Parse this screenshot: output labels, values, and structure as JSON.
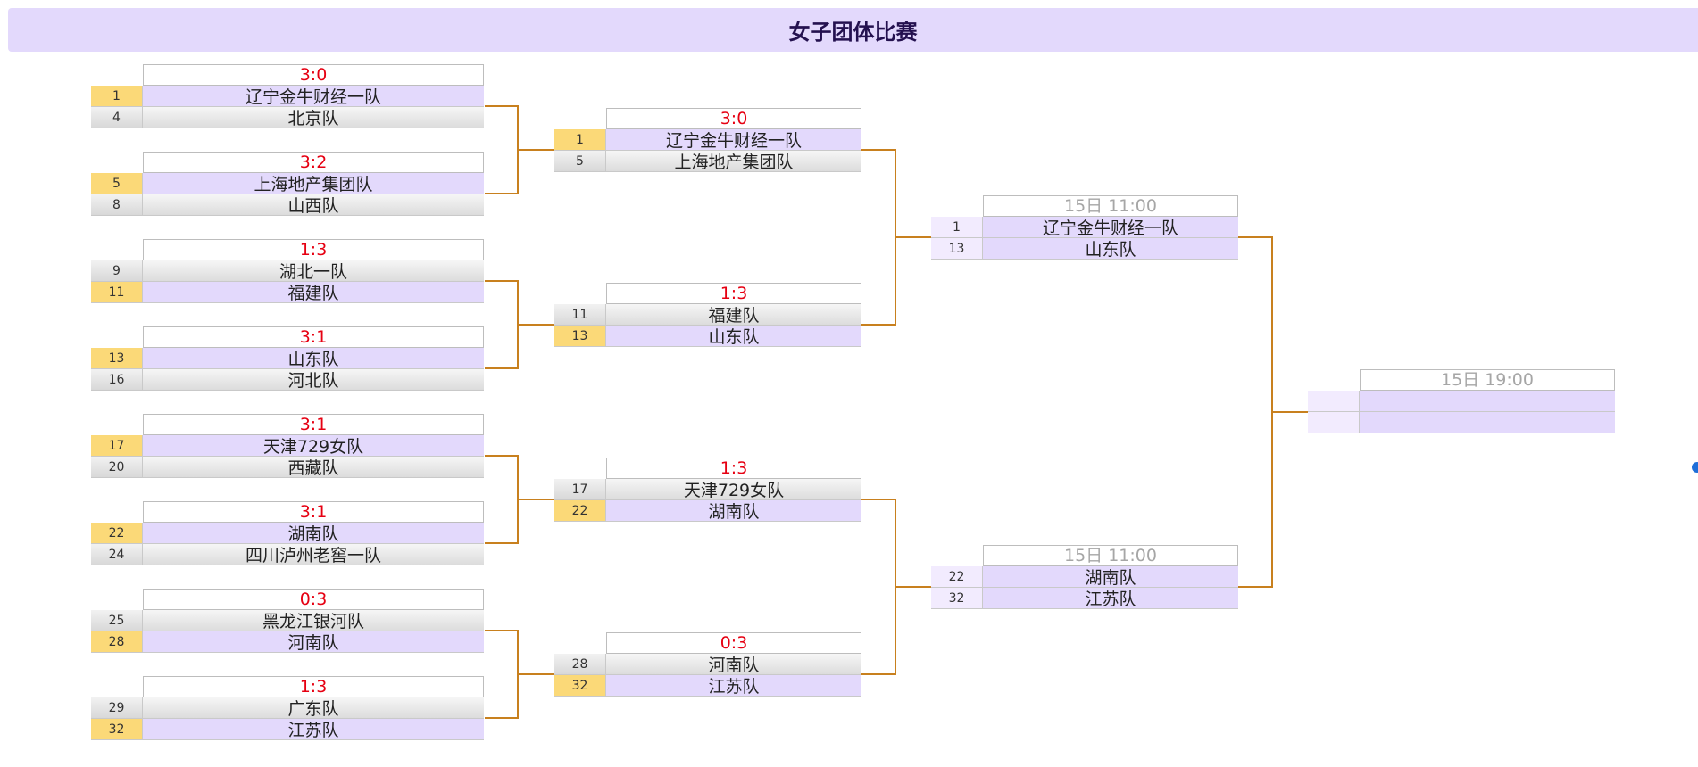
{
  "title": "女子团体比赛",
  "colors": {
    "accent": "#e3d9fc",
    "winner_seed": "#fbd978",
    "connector": "#c8801e",
    "score": "#e60012",
    "time": "#a6a6a6"
  },
  "round1": [
    {
      "score": "3:0",
      "teams": [
        {
          "seed": "1",
          "name": "辽宁金牛财经一队",
          "result": "win"
        },
        {
          "seed": "4",
          "name": "北京队",
          "result": "lose"
        }
      ]
    },
    {
      "score": "3:2",
      "teams": [
        {
          "seed": "5",
          "name": "上海地产集团队",
          "result": "win"
        },
        {
          "seed": "8",
          "name": "山西队",
          "result": "lose"
        }
      ]
    },
    {
      "score": "1:3",
      "teams": [
        {
          "seed": "9",
          "name": "湖北一队",
          "result": "lose"
        },
        {
          "seed": "11",
          "name": "福建队",
          "result": "win"
        }
      ]
    },
    {
      "score": "3:1",
      "teams": [
        {
          "seed": "13",
          "name": "山东队",
          "result": "win"
        },
        {
          "seed": "16",
          "name": "河北队",
          "result": "lose"
        }
      ]
    },
    {
      "score": "3:1",
      "teams": [
        {
          "seed": "17",
          "name": "天津729女队",
          "result": "win"
        },
        {
          "seed": "20",
          "name": "西藏队",
          "result": "lose"
        }
      ]
    },
    {
      "score": "3:1",
      "teams": [
        {
          "seed": "22",
          "name": "湖南队",
          "result": "win"
        },
        {
          "seed": "24",
          "name": "四川泸州老窖一队",
          "result": "lose"
        }
      ]
    },
    {
      "score": "0:3",
      "teams": [
        {
          "seed": "25",
          "name": "黑龙江银河队",
          "result": "lose"
        },
        {
          "seed": "28",
          "name": "河南队",
          "result": "win"
        }
      ]
    },
    {
      "score": "1:3",
      "teams": [
        {
          "seed": "29",
          "name": "广东队",
          "result": "lose"
        },
        {
          "seed": "32",
          "name": "江苏队",
          "result": "win"
        }
      ]
    }
  ],
  "round2": [
    {
      "score": "3:0",
      "teams": [
        {
          "seed": "1",
          "name": "辽宁金牛财经一队",
          "result": "win"
        },
        {
          "seed": "5",
          "name": "上海地产集团队",
          "result": "lose"
        }
      ]
    },
    {
      "score": "1:3",
      "teams": [
        {
          "seed": "11",
          "name": "福建队",
          "result": "lose"
        },
        {
          "seed": "13",
          "name": "山东队",
          "result": "win"
        }
      ]
    },
    {
      "score": "1:3",
      "teams": [
        {
          "seed": "17",
          "name": "天津729女队",
          "result": "lose"
        },
        {
          "seed": "22",
          "name": "湖南队",
          "result": "win"
        }
      ]
    },
    {
      "score": "0:3",
      "teams": [
        {
          "seed": "28",
          "name": "河南队",
          "result": "lose"
        },
        {
          "seed": "32",
          "name": "江苏队",
          "result": "win"
        }
      ]
    }
  ],
  "semifinals": [
    {
      "time": "15日 11:00",
      "teams": [
        {
          "seed": "1",
          "name": "辽宁金牛财经一队"
        },
        {
          "seed": "13",
          "name": "山东队"
        }
      ]
    },
    {
      "time": "15日 11:00",
      "teams": [
        {
          "seed": "22",
          "name": "湖南队"
        },
        {
          "seed": "32",
          "name": "江苏队"
        }
      ]
    }
  ],
  "final": {
    "time": "15日 19:00",
    "teams": [
      {
        "seed": "",
        "name": ""
      },
      {
        "seed": "",
        "name": ""
      }
    ]
  }
}
